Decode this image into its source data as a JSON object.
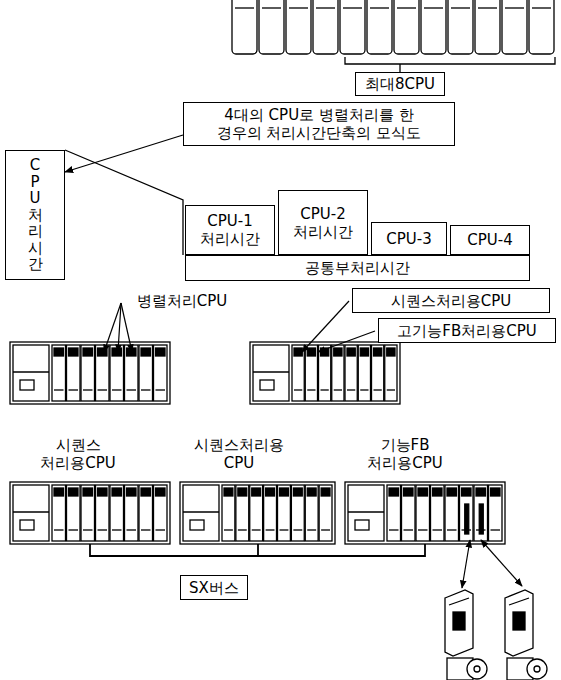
{
  "diagram": {
    "nodes": [
      {
        "text": [
          "최대8CPU"
        ]
      },
      {
        "text": [
          "4대의 CPU로 병렬처리를 한 경우의 처리시간단축의 모식도"
        ]
      },
      {
        "text": [
          "CPU 처리 시간"
        ]
      },
      {
        "text": [
          "CPU-1 처리시간"
        ]
      },
      {
        "text": [
          "CPU-2 처리시간"
        ]
      },
      {
        "text": [
          "CPU-3"
        ]
      },
      {
        "text": [
          "CPU-4"
        ]
      },
      {
        "text": [
          "공통부처리시간"
        ]
      },
      {
        "text": [
          "시퀀스처리용CPU"
        ]
      },
      {
        "text": [
          "고기능FB처리용CPU"
        ]
      },
      {
        "text": [
          "SX버스"
        ]
      }
    ],
    "edges": [
      {
        "from": 1,
        "to": 2,
        "arrow": "to"
      }
    ],
    "labels": [
      "병렬처리CPU",
      "시퀀스 처리용CPU",
      "시퀀스처리용 CPU",
      "기능FB 처리용CPU"
    ]
  }
}
